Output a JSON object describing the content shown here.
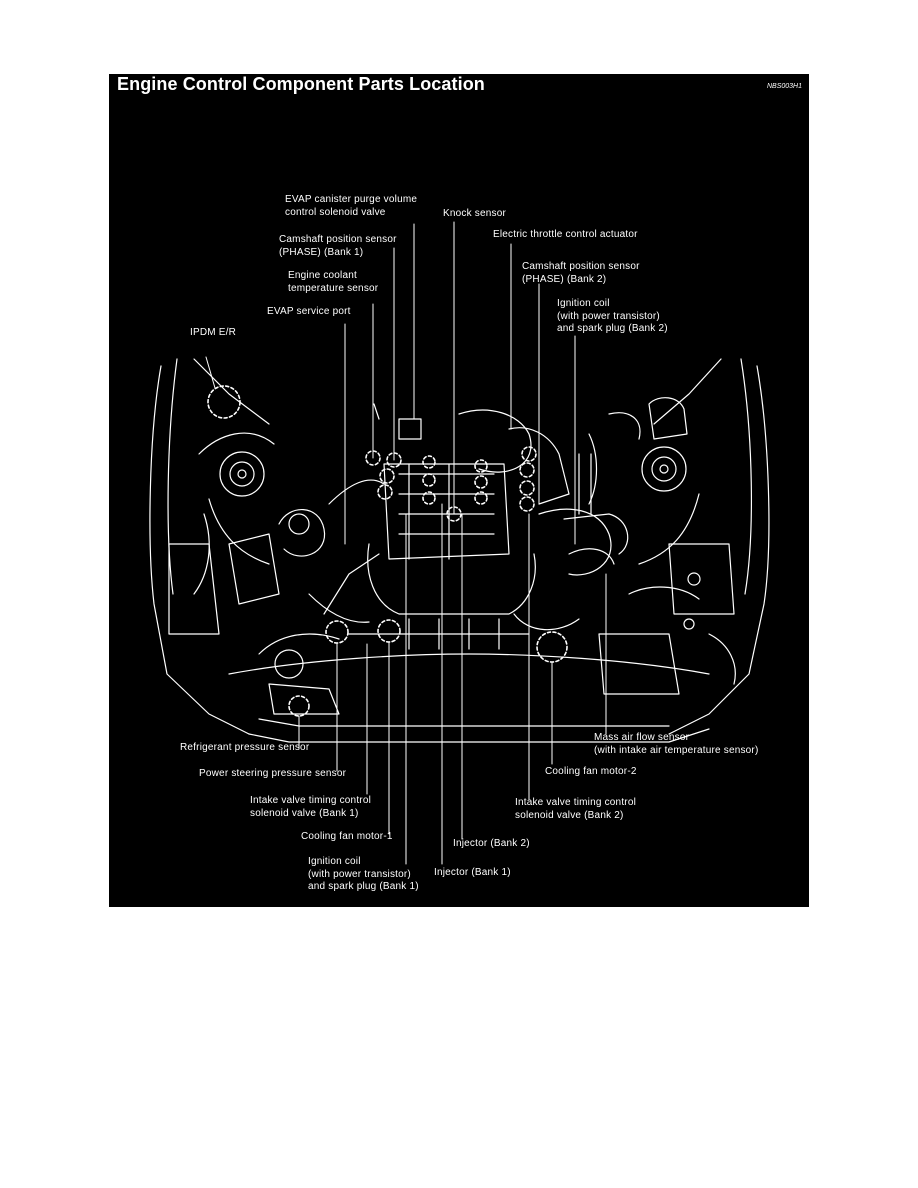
{
  "figure": {
    "title": "Engine Control Component Parts Location",
    "code": "NBS003H1",
    "colors": {
      "background": "#000000",
      "lines": "#ffffff"
    }
  },
  "labels": {
    "evap_purge": [
      "EVAP canister purge volume",
      "control solenoid valve"
    ],
    "knock_sensor": [
      "Knock sensor"
    ],
    "electric_throttle": [
      "Electric throttle control actuator"
    ],
    "cmp_bank1": [
      "Camshaft position sensor",
      "(PHASE) (Bank 1)"
    ],
    "cmp_bank2": [
      "Camshaft position sensor",
      "(PHASE) (Bank 2)"
    ],
    "ect_sensor": [
      "Engine coolant",
      "temperature sensor"
    ],
    "evap_service_port": [
      "EVAP service port"
    ],
    "ignition_coil_bank2": [
      "Ignition coil",
      "(with power transistor)",
      "and spark plug (Bank 2)"
    ],
    "ipdm": [
      "IPDM E/R"
    ],
    "refrigerant_pressure": [
      "Refrigerant pressure sensor"
    ],
    "power_steering_pressure": [
      "Power steering pressure sensor"
    ],
    "ivt_bank1": [
      "Intake valve timing control",
      "solenoid valve (Bank 1)"
    ],
    "cooling_fan_1": [
      "Cooling fan motor-1"
    ],
    "ignition_coil_bank1": [
      "Ignition coil",
      "(with power transistor)",
      "and spark plug (Bank 1)"
    ],
    "injector_bank1": [
      "Injector (Bank 1)"
    ],
    "injector_bank2": [
      "Injector (Bank 2)"
    ],
    "ivt_bank2": [
      "Intake valve timing control",
      "solenoid valve (Bank 2)"
    ],
    "cooling_fan_2": [
      "Cooling fan motor-2"
    ],
    "maf_sensor": [
      "Mass air flow sensor",
      "(with intake air temperature sensor)"
    ]
  }
}
